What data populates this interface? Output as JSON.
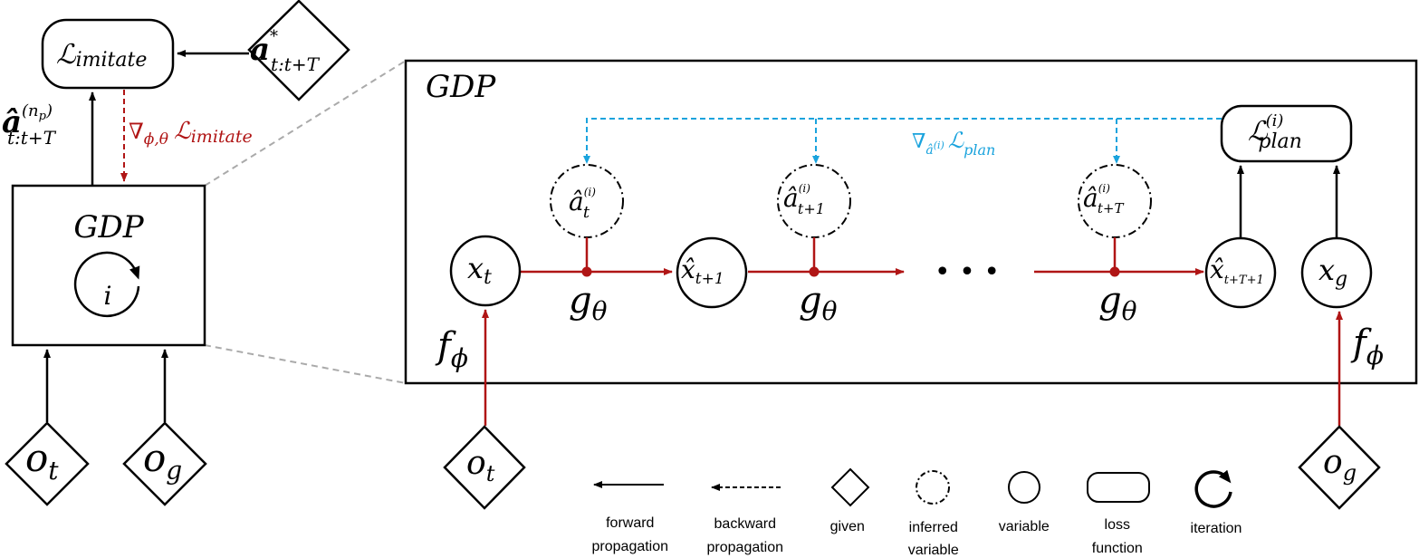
{
  "colors": {
    "forward": "#000000",
    "backward_red": "#b01515",
    "backward_blue": "#1aa3dd",
    "zoom_line": "#aaaaaa"
  },
  "left": {
    "loss_box": {
      "main": "ℒ",
      "sub": "imitate"
    },
    "target_action": {
      "main": "a",
      "sup": "*",
      "sub": "t:t+T"
    },
    "output_action": {
      "main": "â",
      "sup": "(n",
      "sup_sub": "p",
      "sup_close": ")",
      "sub": "t:t+T"
    },
    "gradient": {
      "nabla": "∇",
      "sub": "ϕ,θ",
      "main": "ℒ",
      "sub2": "imitate"
    },
    "gdp_title": "GDP",
    "iteration_var": "i",
    "obs_t": {
      "main": "o",
      "sub": "t"
    },
    "obs_g": {
      "main": "o",
      "sub": "g"
    }
  },
  "right": {
    "panel_title": "GDP",
    "loss_plan": {
      "main": "ℒ",
      "sup": "(i)",
      "sub": "plan"
    },
    "grad_plan": {
      "nabla": "∇",
      "sub_a": "â",
      "sub_sup": "(i)",
      "main": "ℒ",
      "sub": "plan"
    },
    "actions": [
      {
        "main": "â",
        "sup": "(i)",
        "sub": "t"
      },
      {
        "main": "â",
        "sup": "(i)",
        "sub": "t+1"
      },
      {
        "main": "â",
        "sup": "(i)",
        "sub": "t+T"
      }
    ],
    "states": [
      {
        "main": "x",
        "sub": "t"
      },
      {
        "main": "x̂",
        "sub": "t+1"
      },
      {
        "main": "x̂",
        "sub": "t+T+1"
      },
      {
        "main": "x",
        "sub": "g"
      }
    ],
    "dynamics": {
      "main": "g",
      "sub": "θ"
    },
    "ellipsis": "• • •",
    "encoder": {
      "main": "f",
      "sub": "ϕ"
    },
    "obs_t": {
      "main": "o",
      "sub": "t"
    },
    "obs_g": {
      "main": "o",
      "sub": "g"
    }
  },
  "legend": [
    {
      "label1": "forward",
      "label2": "propagation"
    },
    {
      "label1": "backward",
      "label2": "propagation"
    },
    {
      "label1": "given",
      "label2": ""
    },
    {
      "label1": "inferred",
      "label2": "variable"
    },
    {
      "label1": "variable",
      "label2": ""
    },
    {
      "label1": "loss",
      "label2": "function"
    },
    {
      "label1": "iteration",
      "label2": ""
    }
  ]
}
